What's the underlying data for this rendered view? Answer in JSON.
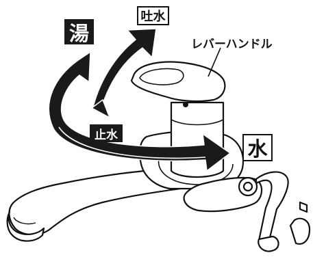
{
  "labels": {
    "hot": "湯",
    "spout": "吐水",
    "stop": "止水",
    "cold": "水",
    "lever_handle": "レバーハンドル"
  },
  "colors": {
    "ink": "#111111",
    "arrow": "#1a1a1a",
    "background": "#ffffff"
  }
}
